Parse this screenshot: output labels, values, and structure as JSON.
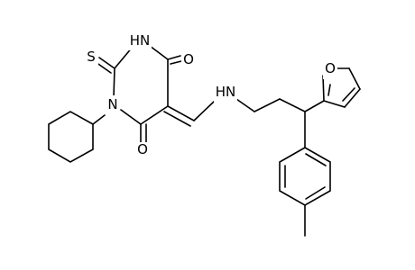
{
  "molecule": {
    "atoms": {
      "thione_S": "S",
      "ring_NH": "HN",
      "ring_N": "N",
      "carbonyl_O_top": "O",
      "carbonyl_O_bottom": "O",
      "amine_NH": "HN",
      "furan_O": "O"
    }
  }
}
